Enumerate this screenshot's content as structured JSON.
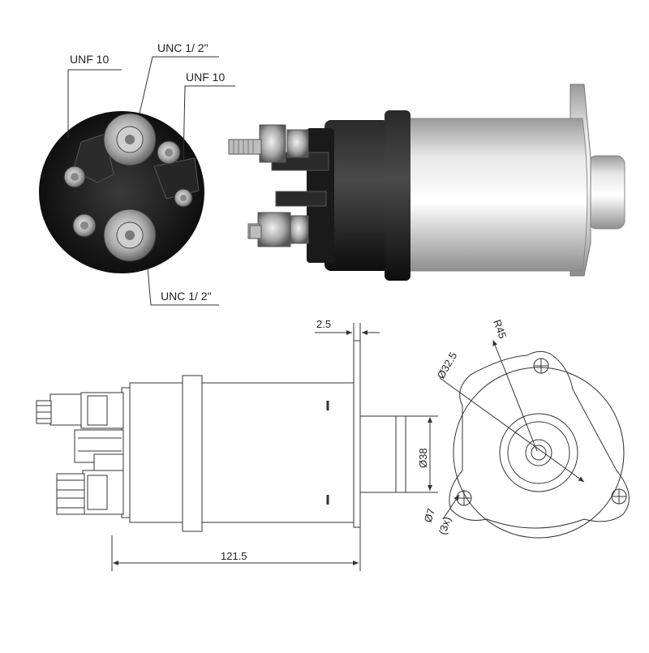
{
  "callouts": {
    "unf10_left": "UNF 10",
    "unc12_top": "UNC 1/ 2\"",
    "unf10_right": "UNF 10",
    "unc12_bottom": "UNC 1/ 2\""
  },
  "dimensions": {
    "flange_thickness": "2.5",
    "length": "121.5",
    "boss_diameter": "Ø38",
    "bolt_circle_radius": "R45",
    "center_diameter": "Ø32.5",
    "hole_diameter": "Ø7",
    "hole_count": "(3x)"
  },
  "colors": {
    "body_silver": "#d8d8d8",
    "cap_black": "#1a1a1a",
    "line": "#333333"
  }
}
